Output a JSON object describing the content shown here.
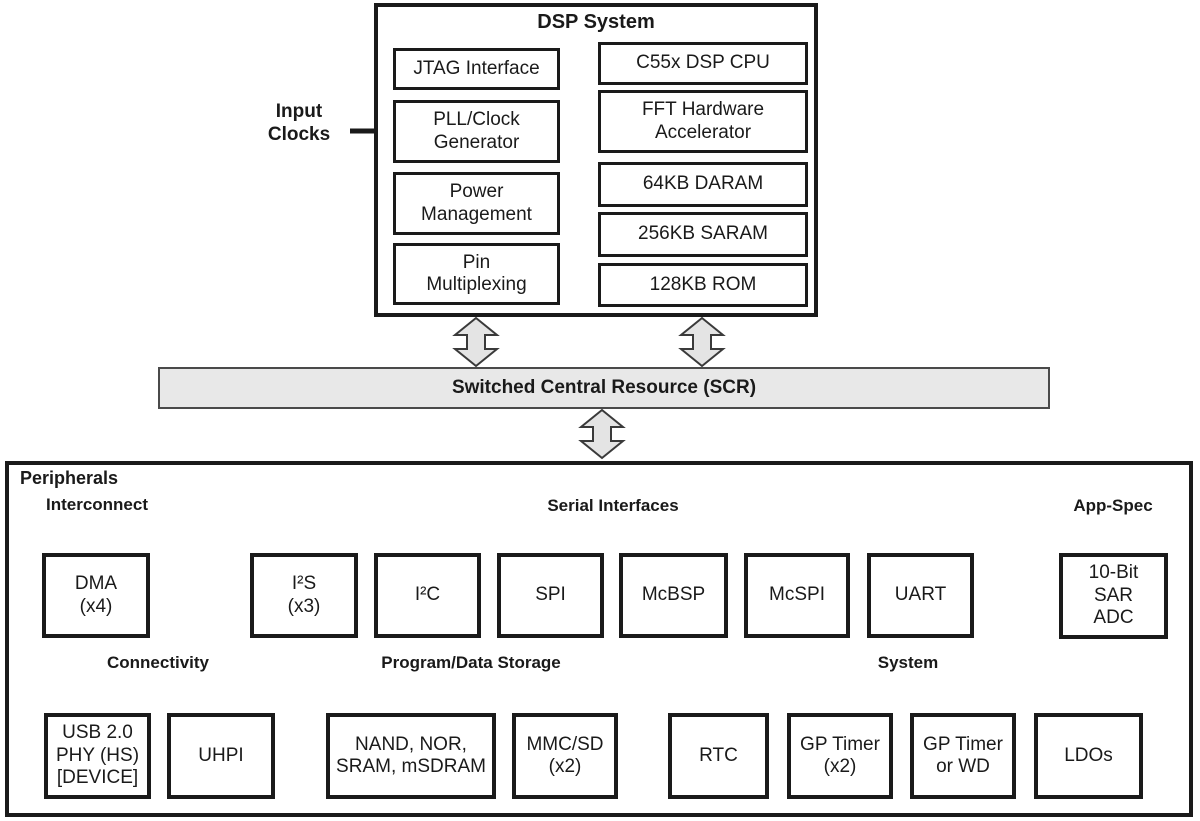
{
  "colors": {
    "box_border": "#1a1a1a",
    "scr_fill": "#e8e8e8",
    "arrow_fill": "#e4e4e4",
    "arrow_stroke": "#3a3a3a",
    "brace_stroke": "#7a7a7a"
  },
  "dsp": {
    "title": "DSP System",
    "input_clocks_label": "Input\nClocks",
    "left_boxes": {
      "jtag": "JTAG Interface",
      "pll": "PLL/Clock\nGenerator",
      "power": "Power\nManagement",
      "pinmux": "Pin\nMultiplexing"
    },
    "right_boxes": {
      "cpu": "C55x DSP CPU",
      "fft": "FFT Hardware\nAccelerator",
      "daram": "64KB DARAM",
      "saram": "256KB SARAM",
      "rom": "128KB ROM"
    }
  },
  "scr": {
    "label": "Switched Central Resource (SCR)"
  },
  "peripherals": {
    "title": "Peripherals",
    "section_labels": {
      "interconnect": "Interconnect",
      "serial": "Serial Interfaces",
      "appspec": "App-Spec",
      "connectivity": "Connectivity",
      "storage": "Program/Data Storage",
      "system": "System"
    },
    "boxes": {
      "dma": "DMA\n(x4)",
      "i2s": "I²S\n(x3)",
      "i2c": "I²C",
      "spi": "SPI",
      "mcbsp": "McBSP",
      "mcspi": "McSPI",
      "uart": "UART",
      "adc": "10-Bit\nSAR\nADC",
      "usb": "USB 2.0\nPHY (HS)\n[DEVICE]",
      "uhpi": "UHPI",
      "nand": "NAND, NOR,\nSRAM, mSDRAM",
      "mmcsd": "MMC/SD\n(x2)",
      "rtc": "RTC",
      "gptimer": "GP Timer\n(x2)",
      "gptimerwd": "GP Timer\nor WD",
      "ldos": "LDOs"
    }
  }
}
